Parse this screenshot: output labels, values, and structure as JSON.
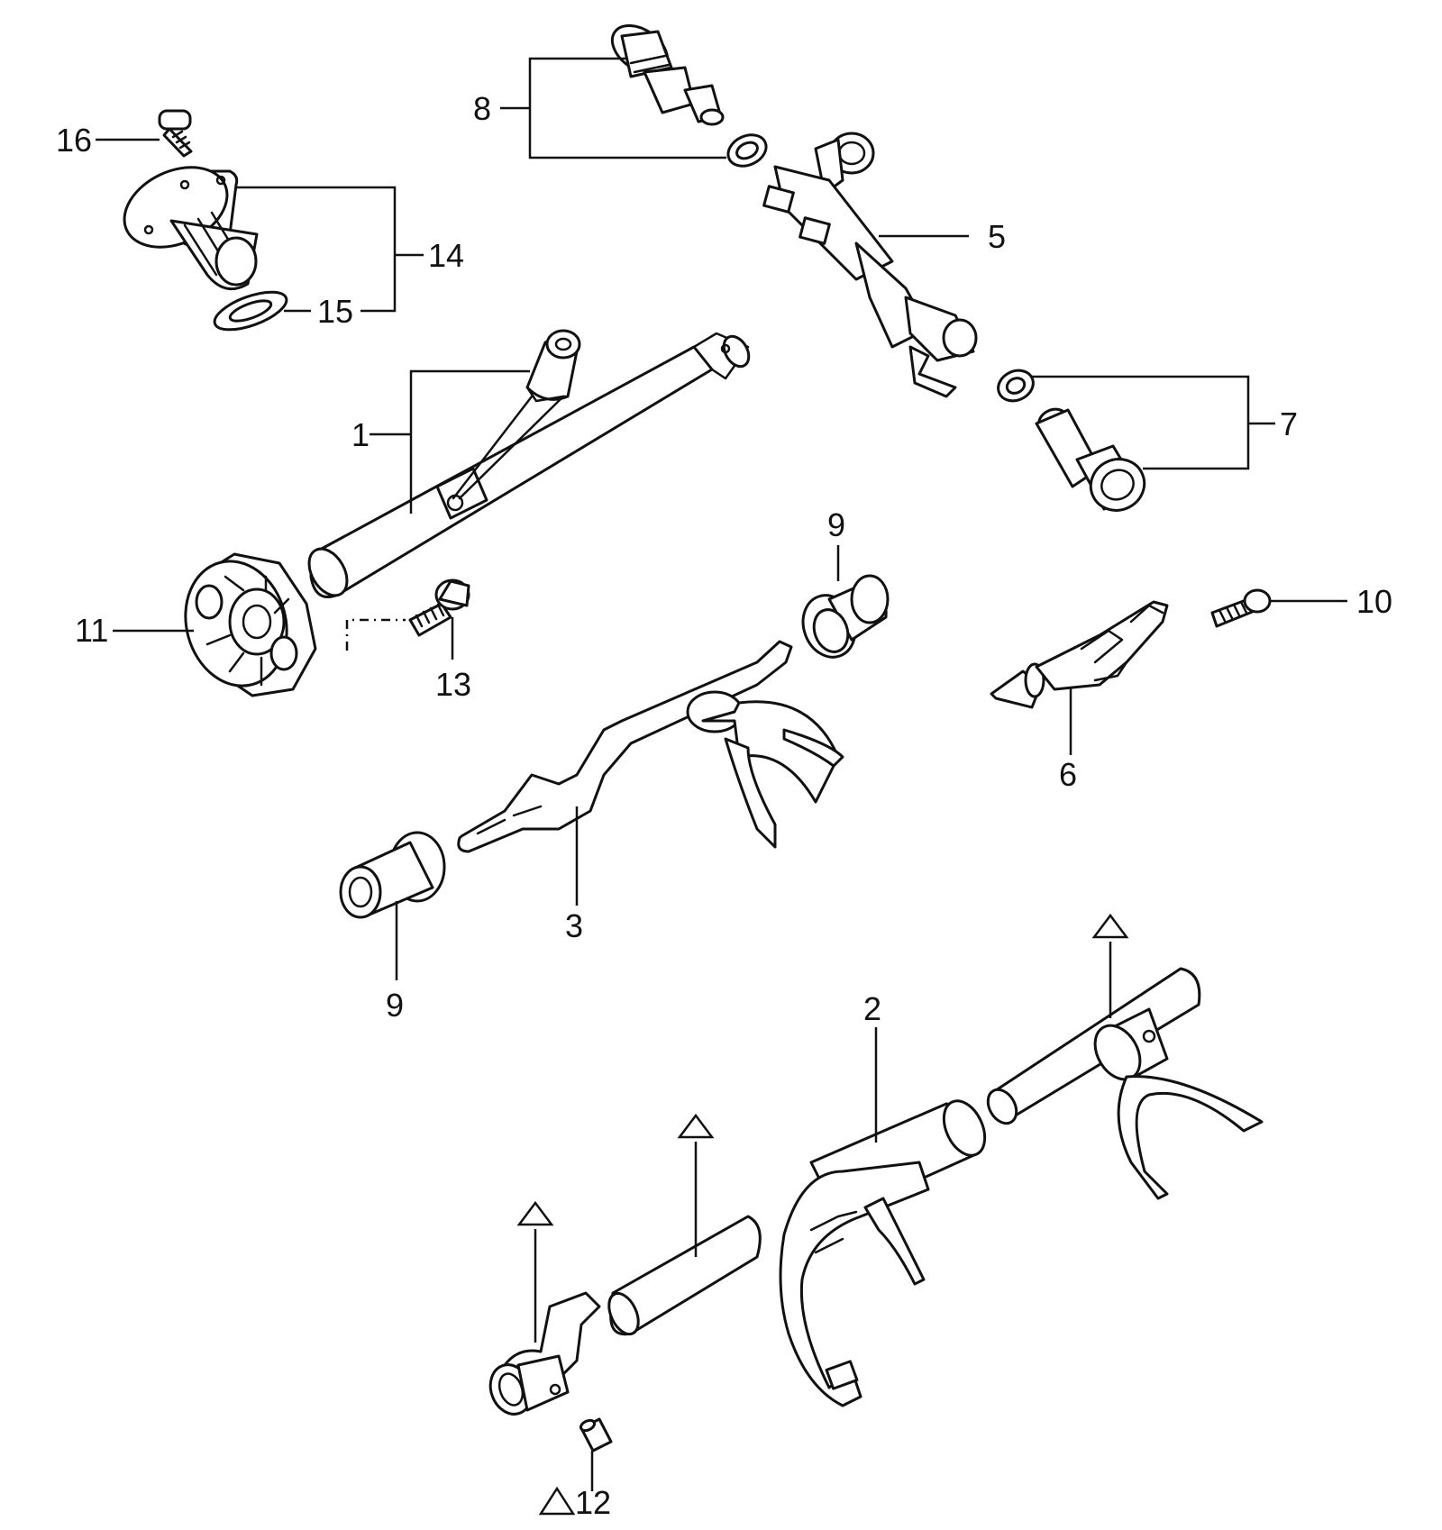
{
  "callouts": {
    "c1": "1",
    "c2": "2",
    "c3": "3",
    "c5": "5",
    "c6": "6",
    "c7": "7",
    "c8": "8",
    "c9a": "9",
    "c9b": "9",
    "c10": "10",
    "c11": "11",
    "c12": "12",
    "c13": "13",
    "c14": "14",
    "c15": "15",
    "c16": "16"
  }
}
